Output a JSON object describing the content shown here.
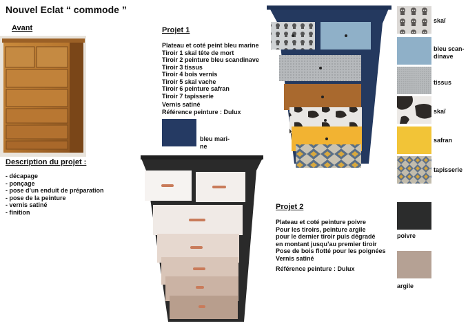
{
  "title": "Nouvel Eclat “ commode ”",
  "avant": {
    "heading": "Avant"
  },
  "description": {
    "heading": "Description du projet :",
    "items": [
      "- décapage",
      "- ponçage",
      "- pose d’un enduit de préparation",
      "- pose de la peinture",
      "- vernis satiné",
      "- finition"
    ]
  },
  "projet1": {
    "heading": "Projet 1",
    "lines": [
      "Plateau et coté peint bleu marine",
      "Tiroir 1 skaï tête de mort",
      "Tiroir 2 peinture bleu scandinave",
      "Tiroir 3 tissus",
      "Tiroir 4 bois vernis",
      "Tiroir 5 skaï vache",
      "Tiroir 6 peinture safran",
      "Tiroir 7 tapisserie"
    ],
    "vernis": "Vernis satiné",
    "reference": "Référence peinture : Dulux",
    "swatch_label_1": "bleu mari-",
    "swatch_label_2": "ne",
    "swatch_color": "#253a63"
  },
  "projet2": {
    "heading": "Projet 2",
    "lines": [
      "Plateau et coté peinture poivre",
      "Pour les tiroirs, peinture argile",
      "pour le dernier tiroir puis dégradé",
      "en montant jusqu’au premier tiroir",
      "Pose de bois flotté pour les poignées",
      "Vernis satiné"
    ],
    "reference": "Référence peinture : Dulux"
  },
  "samples1": [
    {
      "label": "skaï",
      "color": "#d9d6d4",
      "icon": "skull-pattern"
    },
    {
      "label_1": "bleu scan-",
      "label_2": "dinave",
      "color": "#8fb0c8"
    },
    {
      "label": "tissus",
      "color": "#b3b6b8"
    },
    {
      "label": "skaï",
      "color": "#3a3633",
      "icon": "cowhide-pattern"
    },
    {
      "label": "safran",
      "color": "#f2c437"
    },
    {
      "label": "tapisserie",
      "color": "#8f96a0",
      "icon": "diamond-pattern"
    }
  ],
  "samples2": [
    {
      "label": "poivre",
      "color": "#2b2c2c"
    },
    {
      "label": "argile",
      "color": "#b5a194"
    }
  ]
}
